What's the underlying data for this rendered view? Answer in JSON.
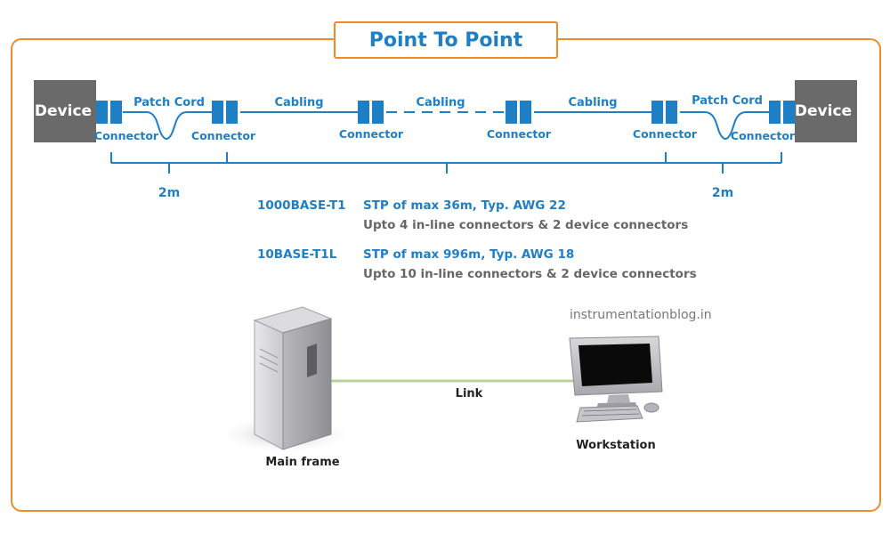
{
  "title": "Point To Point",
  "device_label": "Device",
  "connector_label": "Connector",
  "patch_cord_label": "Patch Cord",
  "cabling_label": "Cabling",
  "distance_label": "2m",
  "specs": [
    {
      "name": "1000BASE-T1",
      "line1": "STP of max 36m, Typ. AWG 22",
      "line2": "Upto 4 in-line connectors & 2 device connectors"
    },
    {
      "name": "10BASE-T1L",
      "line1": "STP of max 996m, Typ. AWG 18",
      "line2": "Upto 10 in-line connectors & 2 device connectors"
    }
  ],
  "watermark": "instrumentationblog.in",
  "link_label": "Link",
  "mainframe_label": "Main frame",
  "workstation_label": "Workstation",
  "colors": {
    "accent": "#1f7fc4",
    "border": "#ef8c2a",
    "device": "#6a6a6a",
    "text_gray": "#666666",
    "link": "#b7d39a"
  }
}
